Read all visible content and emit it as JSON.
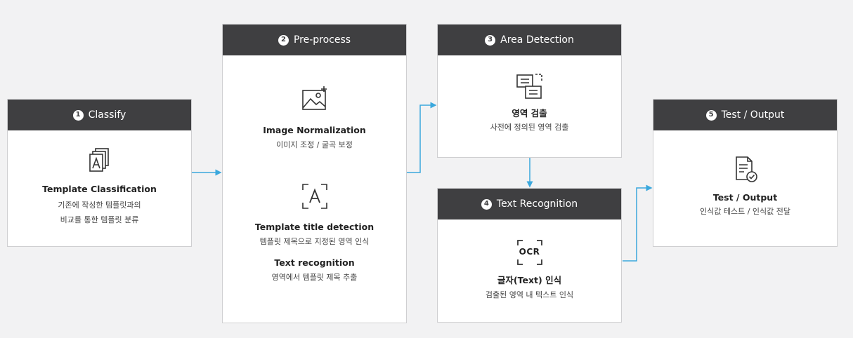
{
  "accent_color": "#3aa8dd",
  "header_color": "#3f3f41",
  "steps": [
    {
      "number": "1",
      "header": "Classify",
      "items": [
        {
          "icon": "stacked-document-icon",
          "title": "Template Classification",
          "desc_lines": [
            "기존에 작성한 템플릿과의",
            "비교를 통한 템플릿 분류"
          ]
        }
      ]
    },
    {
      "number": "2",
      "header": "Pre-process",
      "items": [
        {
          "icon": "image-frame-icon",
          "title": "Image Normalization",
          "desc_lines": [
            "이미지 조정 / 굴곡 보정"
          ]
        },
        {
          "icon": "letter-frame-icon",
          "title": "Template title detection",
          "desc_lines": [
            "템플릿 제목으로 지정된 영역 인식"
          ]
        },
        {
          "title": "Text recognition",
          "desc_lines": [
            "영역에서 템플릿 제목 추출"
          ]
        }
      ]
    },
    {
      "number": "3",
      "header": "Area Detection",
      "items": [
        {
          "icon": "area-detect-icon",
          "title": "영역 검출",
          "desc_lines": [
            "사전에 정의된 영역 검출"
          ]
        }
      ]
    },
    {
      "number": "4",
      "header": "Text Recognition",
      "items": [
        {
          "icon": "ocr-icon",
          "icon_text": "OCR",
          "title": "글자(Text) 인식",
          "desc_lines": [
            "검출된 영역 내 텍스트 인식"
          ]
        }
      ]
    },
    {
      "number": "5",
      "header": "Test / Output",
      "items": [
        {
          "icon": "document-check-icon",
          "title": "Test / Output",
          "desc_lines": [
            "인식값 테스트 / 인식값 전달"
          ]
        }
      ]
    }
  ]
}
